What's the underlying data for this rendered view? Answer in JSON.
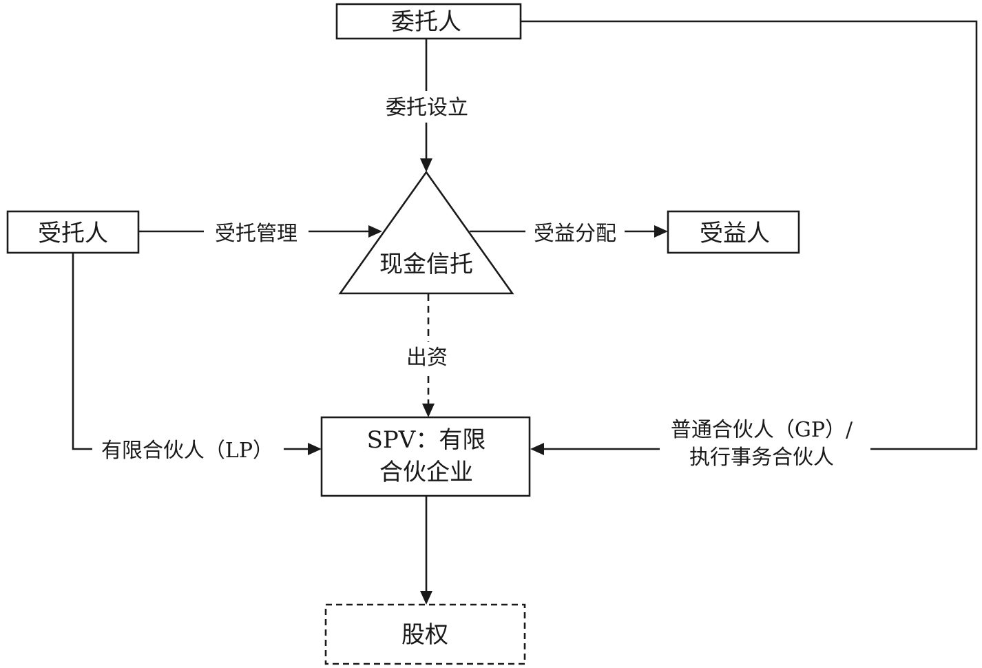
{
  "nodes": {
    "settlor": "委托人",
    "trustee": "受托人",
    "cash_trust": "现金信托",
    "beneficiary": "受益人",
    "spv_line1": "SPV：有限",
    "spv_line2": "合伙企业",
    "equity": "股权"
  },
  "edges": {
    "entrust_establish": "委托设立",
    "trust_management": "受托管理",
    "benefit_distribution": "受益分配",
    "capital_contribution": "出资",
    "limited_partner": "有限合伙人（LP）",
    "general_partner_line1": "普通合伙人（GP）/",
    "general_partner_line2": "执行事务合伙人"
  }
}
